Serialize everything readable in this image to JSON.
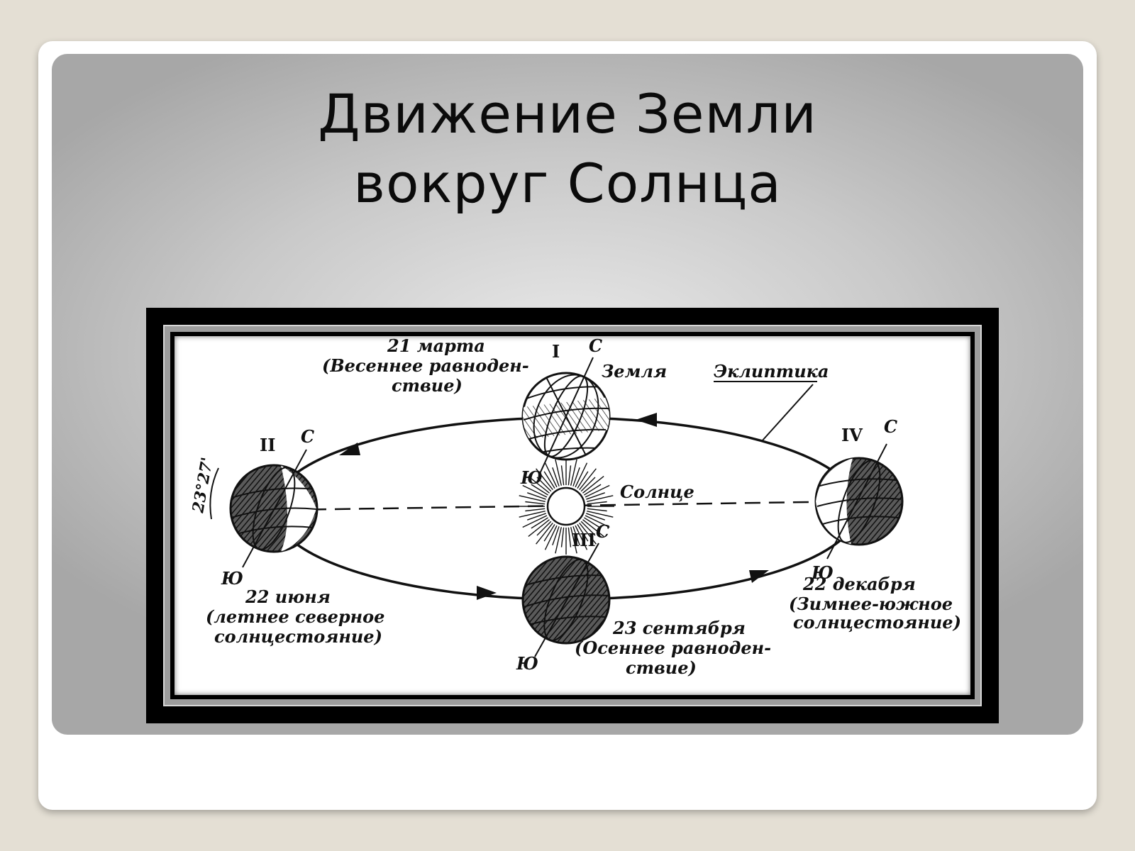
{
  "slide": {
    "title_line1": "Движение Земли",
    "title_line2": "вокруг Солнца"
  },
  "diagram": {
    "sun_label": "Солнце",
    "earth_label": "Земля",
    "ecliptic_label": "Эклиптика",
    "tilt_label": "23°27'",
    "north_label": "С",
    "south_label": "Ю",
    "positions": [
      {
        "numeral": "I",
        "date": "21 марта",
        "line2": "(Весеннее равноден-",
        "line3": "ствие)"
      },
      {
        "numeral": "II",
        "date": "22 июня",
        "line2": "(летнее северное",
        "line3": "солнцестояние)"
      },
      {
        "numeral": "III",
        "date": "23 сентября",
        "line2": "(Осеннее равноден-",
        "line3": "ствие)"
      },
      {
        "numeral": "IV",
        "date": "22 декабря",
        "line2": "(Зимнее-южное",
        "line3": "солнцестояние)"
      }
    ],
    "colors": {
      "frame": "#000000",
      "ink": "#111111",
      "paper": "#ffffff"
    }
  }
}
